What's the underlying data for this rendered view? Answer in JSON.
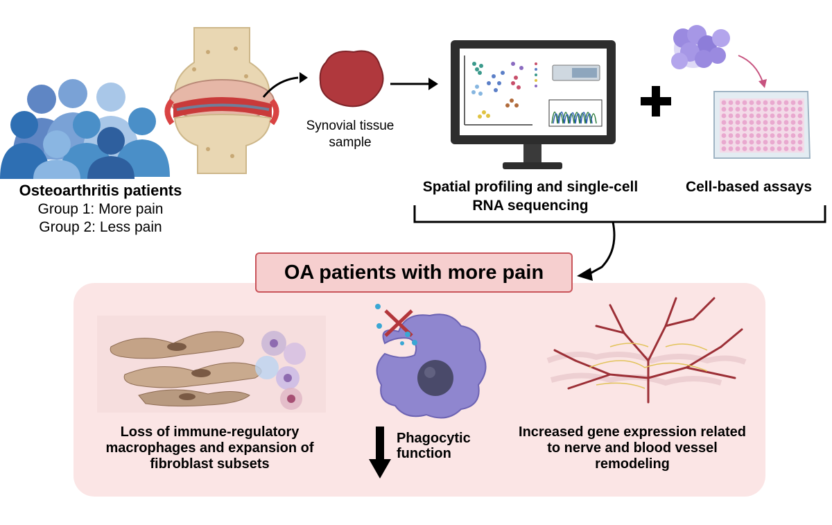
{
  "patients": {
    "title": "Osteoarthritis patients",
    "group1": "Group 1: More pain",
    "group2": "Group 2: Less pain"
  },
  "sample": {
    "label": "Synovial tissue sample"
  },
  "methods": {
    "spatial": "Spatial profiling and single-cell RNA sequencing",
    "assays": "Cell-based assays",
    "plus": "+"
  },
  "conclusion": {
    "title": "OA patients with more pain"
  },
  "findings": {
    "macrophages": "Loss of immune-regulatory macrophages and expansion of fibroblast subsets",
    "phagocytic": "Phagocytic function",
    "remodeling": "Increased gene expression related to nerve and blood vessel remodeling"
  },
  "colors": {
    "accent_red": "#c9545a",
    "highlight_fill": "#f6cfcf",
    "panel_fill": "#fbe5e5",
    "people_blue": "#4a8fc8"
  }
}
